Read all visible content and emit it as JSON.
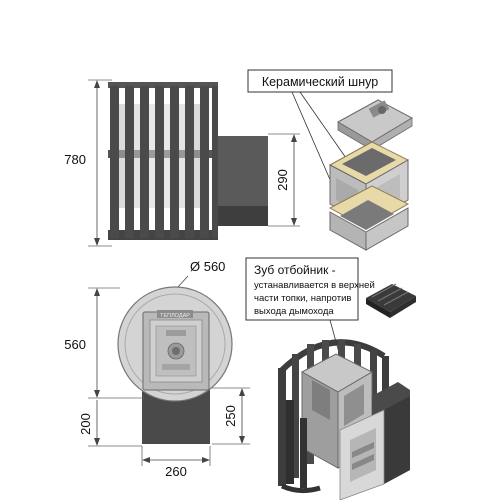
{
  "dimensions": {
    "front_height": "780",
    "front_door_height": "290",
    "diameter": "Ø 560",
    "top_depth": "560",
    "bottom_depth": "200",
    "channel_length": "250",
    "channel_width": "260"
  },
  "callouts": {
    "ceramic_cord": "Керамический шнур",
    "deflector_title": "Зуб отбойник -",
    "deflector_lines": [
      "устанавливается в верхней",
      "части топки, напротив",
      "выхода дымохода"
    ]
  },
  "brand_plate": "ТЕПЛОДАР",
  "colors": {
    "steel": "#4a4a4a",
    "steel_light": "#9a9a9a",
    "steel_pale": "#c8c8c8",
    "ceramic_cord": "#e8d9a8"
  }
}
